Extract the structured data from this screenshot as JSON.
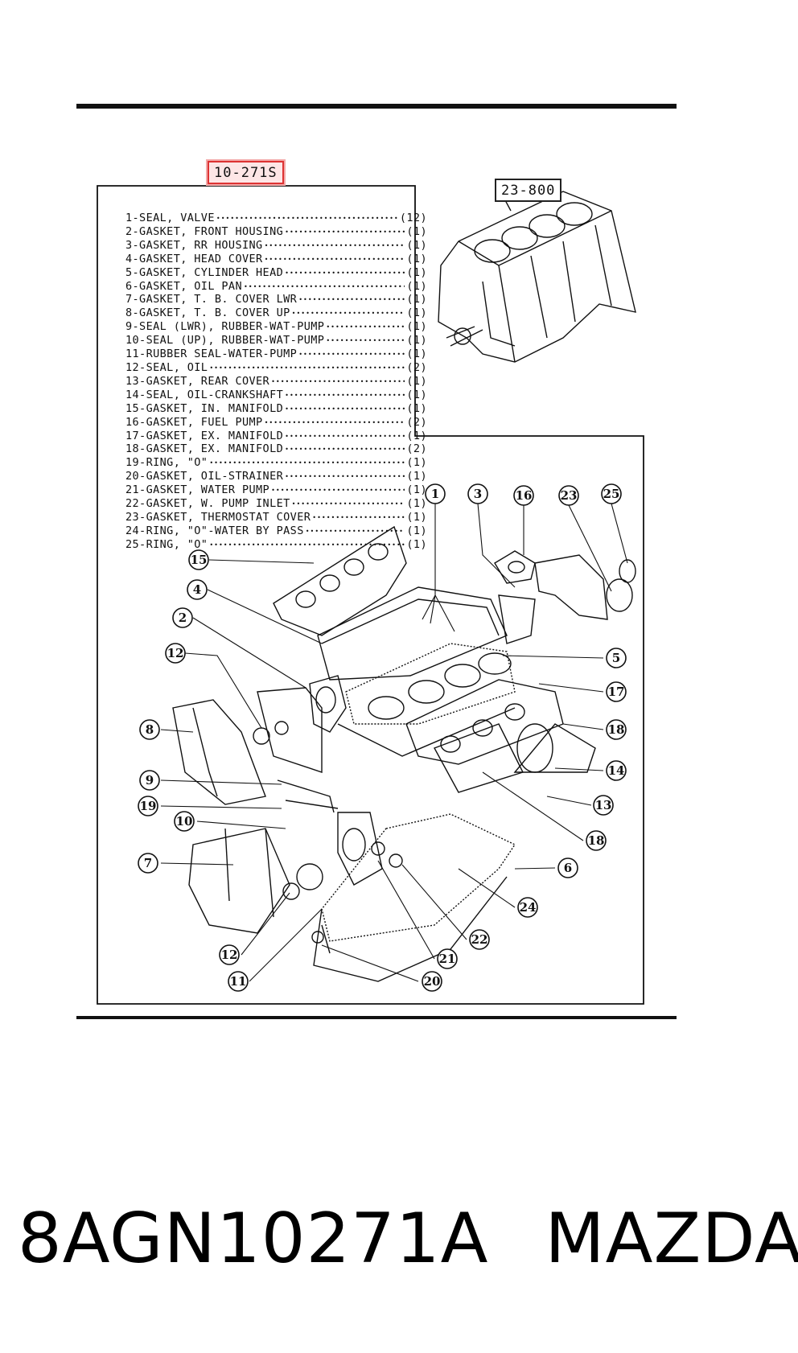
{
  "diagram": {
    "group_ref": "10-271S",
    "block_ref": "23-800",
    "parts": [
      {
        "no": "1",
        "name": "SEAL, VALVE",
        "qty": "(12)"
      },
      {
        "no": "2",
        "name": "GASKET, FRONT HOUSING",
        "qty": "(1)"
      },
      {
        "no": "3",
        "name": "GASKET, RR HOUSING",
        "qty": "(1)"
      },
      {
        "no": "4",
        "name": "GASKET, HEAD COVER",
        "qty": "(1)"
      },
      {
        "no": "5",
        "name": "GASKET, CYLINDER HEAD",
        "qty": "(1)"
      },
      {
        "no": "6",
        "name": "GASKET, OIL PAN",
        "qty": "(1)"
      },
      {
        "no": "7",
        "name": "GASKET, T. B. COVER LWR",
        "qty": "(1)"
      },
      {
        "no": "8",
        "name": "GASKET, T. B. COVER UP",
        "qty": "(1)"
      },
      {
        "no": "9",
        "name": "SEAL (LWR), RUBBER-WAT-PUMP",
        "qty": "(1)"
      },
      {
        "no": "10",
        "name": "SEAL (UP), RUBBER-WAT-PUMP",
        "qty": "(1)"
      },
      {
        "no": "11",
        "name": "RUBBER SEAL-WATER-PUMP",
        "qty": "(1)"
      },
      {
        "no": "12",
        "name": "SEAL, OIL",
        "qty": "(2)"
      },
      {
        "no": "13",
        "name": "GASKET, REAR COVER",
        "qty": "(1)"
      },
      {
        "no": "14",
        "name": "SEAL, OIL-CRANKSHAFT",
        "qty": "(1)"
      },
      {
        "no": "15",
        "name": "GASKET, IN. MANIFOLD",
        "qty": "(1)"
      },
      {
        "no": "16",
        "name": "GASKET, FUEL PUMP",
        "qty": "(2)"
      },
      {
        "no": "17",
        "name": "GASKET, EX. MANIFOLD",
        "qty": "(1)"
      },
      {
        "no": "18",
        "name": "GASKET, EX. MANIFOLD",
        "qty": "(2)"
      },
      {
        "no": "19",
        "name": "RING, \"O\"",
        "qty": "(1)"
      },
      {
        "no": "20",
        "name": "GASKET, OIL-STRAINER",
        "qty": "(1)"
      },
      {
        "no": "21",
        "name": "GASKET, WATER PUMP",
        "qty": "(1)"
      },
      {
        "no": "22",
        "name": "GASKET, W. PUMP INLET",
        "qty": "(1)"
      },
      {
        "no": "23",
        "name": "GASKET, THERMOSTAT COVER",
        "qty": "(1)"
      },
      {
        "no": "24",
        "name": "RING, \"O\"-WATER BY PASS",
        "qty": "(1)"
      },
      {
        "no": "25",
        "name": "RING, \"O\"",
        "qty": "(1)"
      }
    ],
    "callouts": [
      "1",
      "3",
      "16",
      "23",
      "25",
      "15",
      "4",
      "2",
      "12",
      "5",
      "17",
      "8",
      "18",
      "14",
      "9",
      "13",
      "19",
      "10",
      "18",
      "7",
      "6",
      "24",
      "22",
      "12",
      "21",
      "11",
      "20"
    ]
  },
  "caption": {
    "part_number": "8AGN10271A",
    "brand": "MAZDA"
  },
  "colors": {
    "ink": "#111111",
    "highlight_border": "#dd3333",
    "highlight_fill": "#fde6e6"
  }
}
